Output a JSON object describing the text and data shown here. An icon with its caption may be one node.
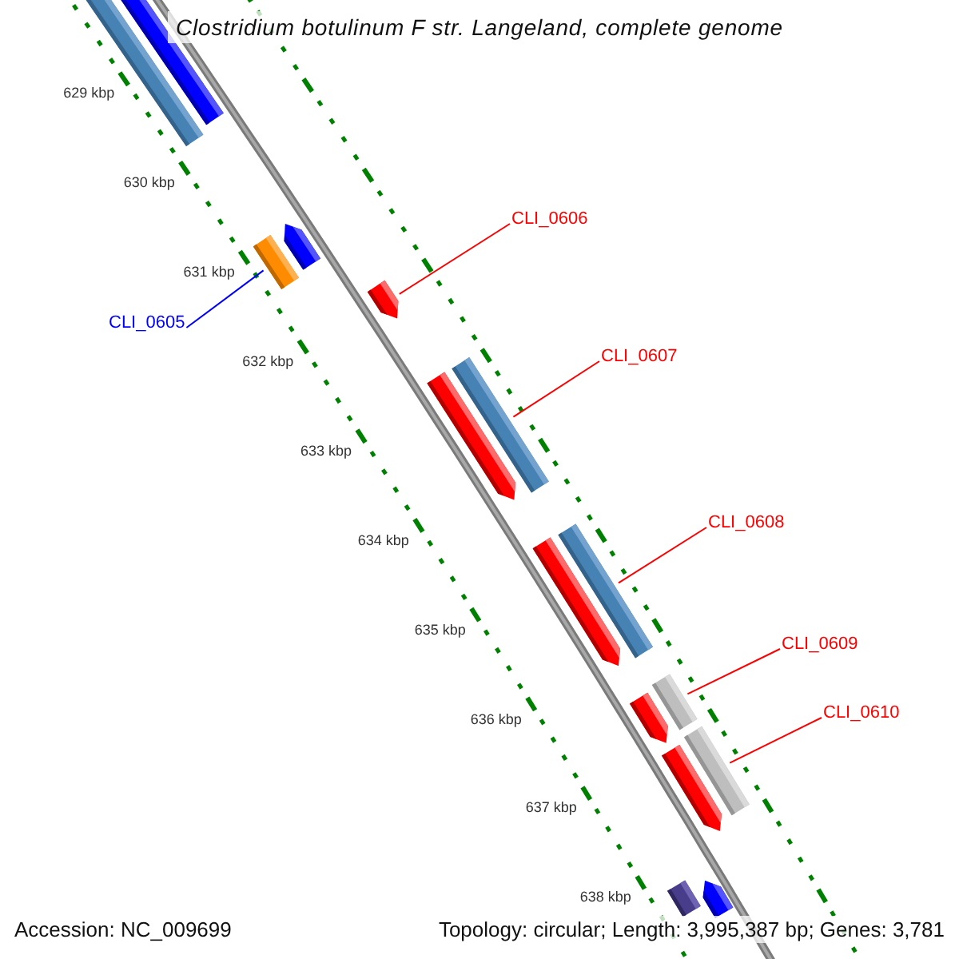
{
  "diagram": {
    "title": "Clostridium botulinum F str. Langeland, complete genome",
    "nodes": [
      {
        "text": [],
        "shape": "bar"
      },
      {
        "text": [],
        "shape": "bar"
      },
      {
        "text": [],
        "shape": "bar"
      },
      {
        "text": [],
        "shape": "bar"
      },
      {
        "text": [],
        "shape": "bar"
      },
      {
        "text": [],
        "shape": "bar"
      },
      {
        "text": [],
        "shape": "bar"
      },
      {
        "text": [],
        "shape": "bar"
      },
      {
        "text": [],
        "shape": "bar"
      },
      {
        "text": [],
        "shape": "bar"
      },
      {
        "text": [],
        "shape": "bar"
      },
      {
        "text": [],
        "shape": "bar"
      },
      {
        "text": [],
        "shape": "bar"
      },
      {
        "text": [],
        "shape": "bar"
      },
      {
        "text": [],
        "shape": "bar"
      },
      {
        "text": [
          "CLI_0606"
        ]
      },
      {
        "text": [
          "CLI_0605"
        ]
      },
      {
        "text": [
          "CLI_0607"
        ]
      },
      {
        "text": [
          "CLI_0608"
        ]
      },
      {
        "text": [
          "CLI_0609"
        ]
      },
      {
        "text": [
          "CLI_0610"
        ]
      }
    ],
    "edges": [
      {
        "from": 15,
        "to": 4,
        "arrow": "none"
      },
      {
        "from": 16,
        "to": 2,
        "arrow": "none",
        "color": "#0000ff"
      },
      {
        "from": 17,
        "to": 6,
        "arrow": "none"
      },
      {
        "from": 18,
        "to": 8,
        "arrow": "none"
      },
      {
        "from": 19,
        "to": 10,
        "arrow": "none"
      },
      {
        "from": 20,
        "to": 12,
        "arrow": "none"
      }
    ],
    "labels": [
      "629 kbp",
      "630 kbp",
      "631 kbp",
      "632 kbp",
      "633 kbp",
      "634 kbp",
      "635 kbp",
      "636 kbp",
      "637 kbp",
      "638 kbp",
      "Accession: NC_009699",
      "Topology: circular; Length: 3,995,387 bp; Genes: 3,781"
    ]
  }
}
